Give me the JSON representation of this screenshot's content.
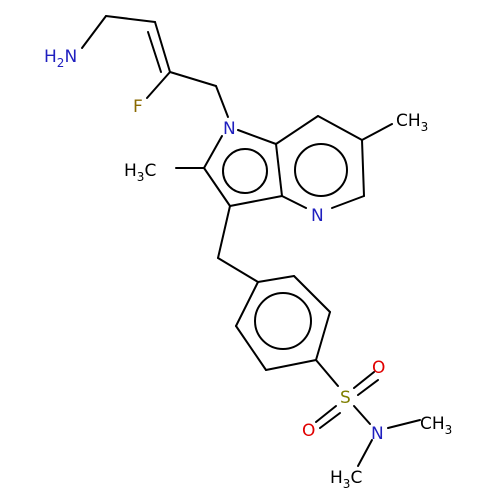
{
  "diagram": {
    "type": "chemical-structure",
    "colors": {
      "background": "#ffffff",
      "bond": "#000000",
      "carbon": "#000000",
      "nitrogen": "#1f1fbf",
      "oxygen": "#e00000",
      "sulfur": "#7f7f00",
      "fluorine": "#8a6a00"
    },
    "labels": {
      "amine_main": "H",
      "amine_sub": "2",
      "amine_tail": "N",
      "fluorine": "F",
      "ring_nitrogen": "N",
      "pyridine_nitrogen": "N",
      "methyl_left_main": "H",
      "methyl_left_sub": "3",
      "methyl_left_tail": "C",
      "methyl_right_main": "CH",
      "methyl_right_sub": "3",
      "sulfur": "S",
      "oxygen_top": "O",
      "oxygen_bottom": "O",
      "amide_nitrogen": "N",
      "n_methyl_right_main": "CH",
      "n_methyl_right_sub": "3",
      "n_methyl_bottom_main": "H",
      "n_methyl_bottom_sub": "3",
      "n_methyl_bottom_tail": "C"
    }
  }
}
